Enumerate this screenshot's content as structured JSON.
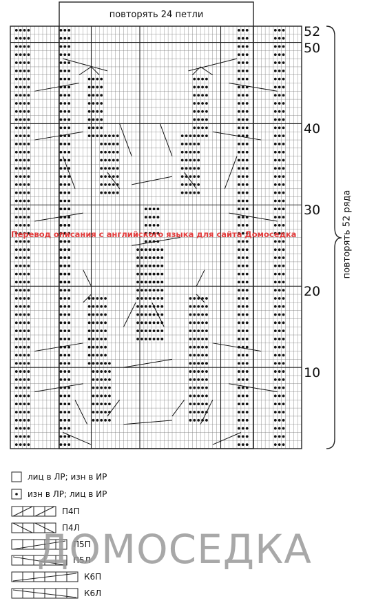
{
  "chart": {
    "repeat_stitches_label": "повторять 24 петли",
    "repeat_rows_label": "повторять 52 ряда",
    "row_labels": [
      "52",
      "50",
      "40",
      "30",
      "20",
      "10"
    ]
  },
  "watermark": {
    "translation_note": "Перевод описания с английского языка для сайта Домоседка",
    "brand": "ДОМОСЕДКА"
  },
  "legend": [
    {
      "symbol": "empty-square",
      "label": "лиц в ЛР; изн в ИР"
    },
    {
      "symbol": "dot-square",
      "label": "изн в ЛР; лиц в ИР"
    },
    {
      "symbol": "right-cross-4",
      "label": "П4П"
    },
    {
      "symbol": "left-cross-4",
      "label": "П4Л"
    },
    {
      "symbol": "right-cross-5",
      "label": "П5П"
    },
    {
      "symbol": "left-cross-5",
      "label": "П5Л"
    },
    {
      "symbol": "right-cross-6",
      "label": "К6П"
    },
    {
      "symbol": "left-cross-6",
      "label": "К6Л"
    }
  ]
}
